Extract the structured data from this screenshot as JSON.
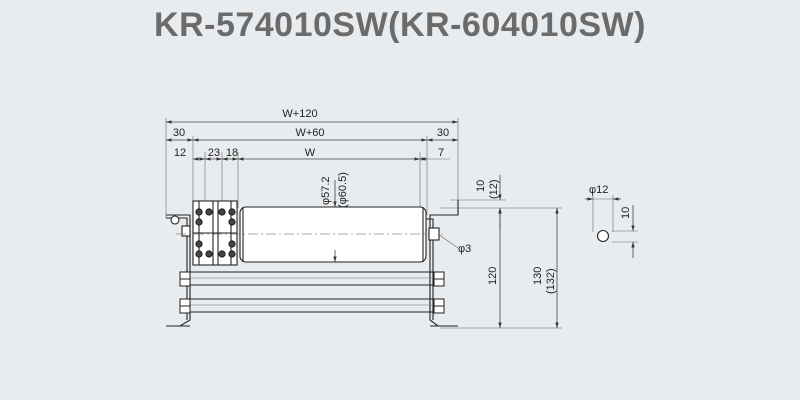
{
  "title": "KR-574010SW(KR-604010SW)",
  "dimensions": {
    "total_width": "W+120",
    "left_flange": "30",
    "frame_width": "W+60",
    "right_flange": "30",
    "left_offset": "12",
    "sprocket_1": "23",
    "sprocket_2": "18",
    "roller_width": "W",
    "right_offset": "7",
    "roller_diameter": "φ57.2",
    "roller_diameter_alt": "(φ60.5)",
    "hole_diameter": "φ3",
    "top_offset": "10",
    "top_offset_alt": "(12)",
    "frame_height": "120",
    "total_height": "130",
    "total_height_alt": "(132)",
    "detail_hole_diameter": "φ12",
    "detail_hole_height": "10"
  },
  "colors": {
    "background": "#e9ecef",
    "title": "#6b6b6b",
    "line": "#222222",
    "roller_fill": "#ffffff",
    "bolt_fill": "#444444"
  }
}
